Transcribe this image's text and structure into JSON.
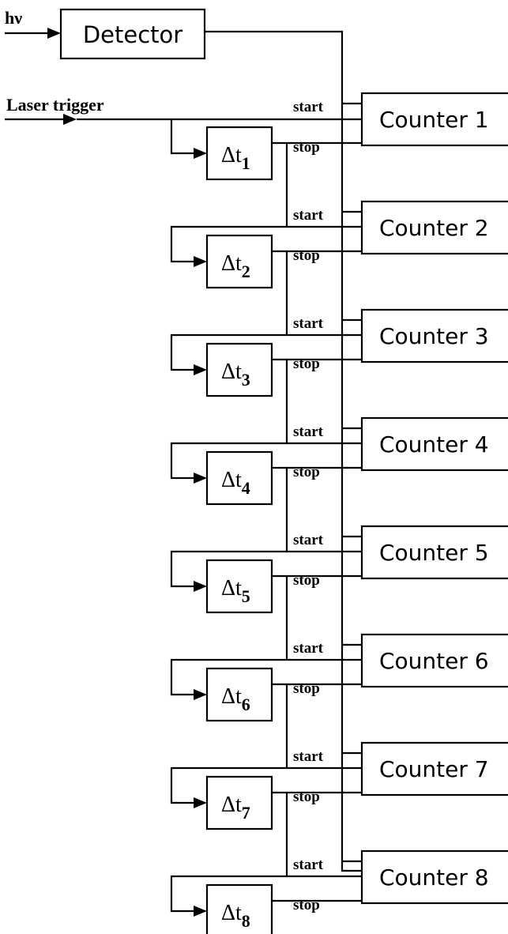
{
  "input": {
    "photon_label": "hν",
    "trigger_label": "Laser trigger"
  },
  "detector": {
    "label": "Detector"
  },
  "signals": {
    "start": "start",
    "stop": "stop"
  },
  "delay_symbol": "Δt",
  "counters": [
    {
      "label": "Counter 1",
      "delay_index": "1"
    },
    {
      "label": "Counter 2",
      "delay_index": "2"
    },
    {
      "label": "Counter 3",
      "delay_index": "3"
    },
    {
      "label": "Counter 4",
      "delay_index": "4"
    },
    {
      "label": "Counter 5",
      "delay_index": "5"
    },
    {
      "label": "Counter 6",
      "delay_index": "6"
    },
    {
      "label": "Counter 7",
      "delay_index": "7"
    },
    {
      "label": "Counter 8",
      "delay_index": "8"
    }
  ]
}
